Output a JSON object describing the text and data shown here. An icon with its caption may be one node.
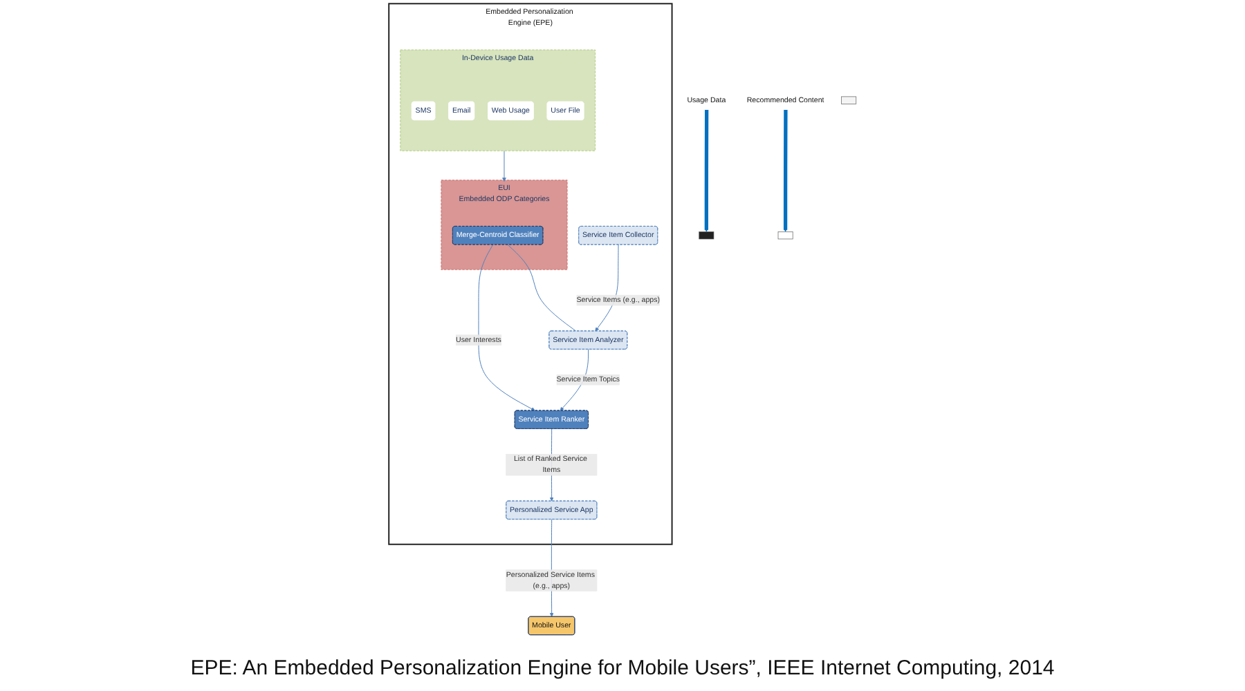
{
  "diagram": {
    "caption": "EPE: An Embedded Personalization  Engine for Mobile Users”, IEEE Internet Computing, 2014",
    "nodes": [
      {
        "text": [
          "Embedded Personalization Engine (EPE)"
        ]
      },
      {
        "text": [
          "In-Device Usage Data"
        ],
        "in": 0
      },
      {
        "text": [
          "SMS"
        ],
        "in": 1
      },
      {
        "text": [
          "Email"
        ],
        "in": 1
      },
      {
        "text": [
          "Web Usage"
        ],
        "in": 1
      },
      {
        "text": [
          "User File"
        ],
        "in": 1
      },
      {
        "text": [
          "EUI",
          "Embedded ODP Categories"
        ],
        "in": 0
      },
      {
        "text": [
          "Merge-Centroid Classifier"
        ],
        "in": 6
      },
      {
        "text": [
          "Service Item Collector"
        ],
        "in": 0
      },
      {
        "text": [
          "Service Item Analyzer"
        ],
        "in": 0
      },
      {
        "text": [
          "Service Item Ranker"
        ],
        "in": 0
      },
      {
        "text": [
          "Personalized Service App"
        ],
        "in": 0
      },
      {
        "text": [
          "Mobile User"
        ]
      },
      {
        "text": [
          "Usage Data"
        ]
      },
      {
        "text": [
          "Recommended Content"
        ]
      },
      {
        "text": [],
        "shape": "box"
      },
      {
        "text": [],
        "shape": "box"
      },
      {
        "text": [],
        "shape": "box"
      }
    ],
    "edges": [
      {
        "from": 1,
        "to": 6,
        "arrow": "to"
      },
      {
        "from": 8,
        "to": 9,
        "arrow": "to",
        "label": "Service Items (e.g., apps)"
      },
      {
        "from": 7,
        "to": 9,
        "arrow": "none"
      },
      {
        "from": 7,
        "to": 10,
        "arrow": "to",
        "label": "User Interests"
      },
      {
        "from": 9,
        "to": 10,
        "arrow": "to",
        "label": "Service Item Topics"
      },
      {
        "from": 10,
        "to": 11,
        "arrow": "to",
        "label": "List of Ranked Service Items"
      },
      {
        "from": 11,
        "to": 12,
        "arrow": "to",
        "label": "Personalized Service Items (e.g., apps)"
      },
      {
        "from": 13,
        "to": 15,
        "arrow": "to",
        "style": "thick",
        "color": "#0070c0"
      },
      {
        "from": 14,
        "to": 17,
        "arrow": "to",
        "style": "thick",
        "color": "#0070c0"
      }
    ]
  }
}
